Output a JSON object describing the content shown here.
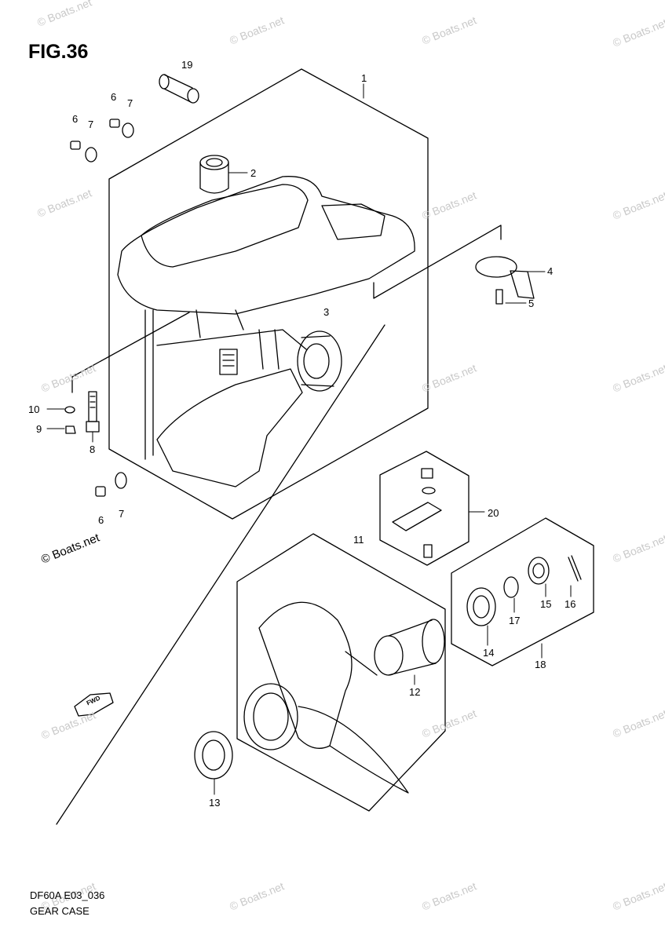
{
  "figure": {
    "title": "FIG.36",
    "code": "DF60A E03_036",
    "name": "GEAR CASE"
  },
  "watermark": "© Boats.net",
  "fwd_label": "FWD",
  "parts": [
    {
      "ref": "1"
    },
    {
      "ref": "2"
    },
    {
      "ref": "3"
    },
    {
      "ref": "4"
    },
    {
      "ref": "5"
    },
    {
      "ref": "6"
    },
    {
      "ref": "7"
    },
    {
      "ref": "8"
    },
    {
      "ref": "9"
    },
    {
      "ref": "10"
    },
    {
      "ref": "11"
    },
    {
      "ref": "12"
    },
    {
      "ref": "13"
    },
    {
      "ref": "14"
    },
    {
      "ref": "15"
    },
    {
      "ref": "16"
    },
    {
      "ref": "17"
    },
    {
      "ref": "18"
    },
    {
      "ref": "19"
    },
    {
      "ref": "20"
    }
  ],
  "extra_labels": [
    "6",
    "7",
    "6",
    "7"
  ],
  "colors": {
    "line": "#000000",
    "watermark": "#c9c9c9",
    "background": "#ffffff"
  }
}
